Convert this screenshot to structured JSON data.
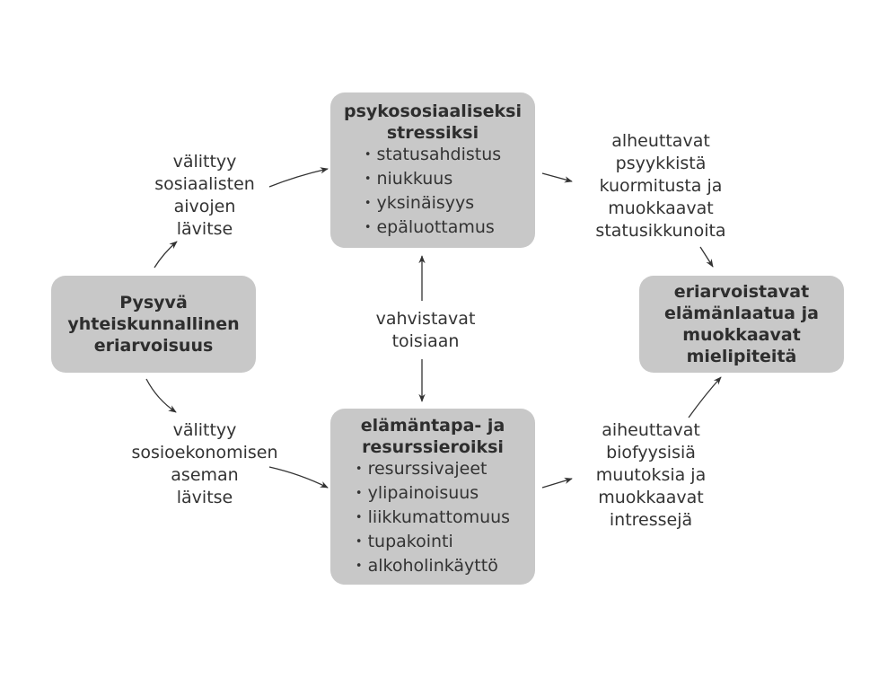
{
  "nodes": {
    "left": {
      "title": [
        "Pysyvä",
        "yhteiskunnallinen",
        "eriarvoisuus"
      ]
    },
    "top": {
      "title": [
        "psykososiaaliseksi",
        "stressiksi"
      ],
      "items": [
        "statusahdistus",
        "niukkuus",
        "yksinäisyys",
        "epäluottamus"
      ]
    },
    "bottom": {
      "title": [
        "elämäntapa- ja",
        "resurssieroiksi"
      ],
      "items": [
        "resurssivajeet",
        "ylipainoisuus",
        "liikkumattomuus",
        "tupakointi",
        "alkoholinkäyttö"
      ]
    },
    "right": {
      "title": [
        "eriarvoistavat",
        "elämänlaatua ja",
        "muokkaavat",
        "mielipiteitä"
      ]
    }
  },
  "edge_labels": {
    "left_top": [
      "välittyy",
      "sosiaalisten",
      "aivojen",
      "lävitse"
    ],
    "left_bottom": [
      "välittyy",
      "sosioekonomisen",
      "aseman",
      "lävitse"
    ],
    "middle": [
      "vahvistavat",
      "toisiaan"
    ],
    "right_top": [
      "alheuttavat",
      "psyykkistä",
      "kuormitusta ja",
      "muokkaavat",
      "statusikkunoita"
    ],
    "right_bottom": [
      "aiheuttavat",
      "biofyysisiä",
      "muutoksia ja",
      "muokkaavat",
      "intressejä"
    ]
  },
  "colors": {
    "box": "#c8c8c8",
    "text": "#333333",
    "arrow": "#333333"
  }
}
